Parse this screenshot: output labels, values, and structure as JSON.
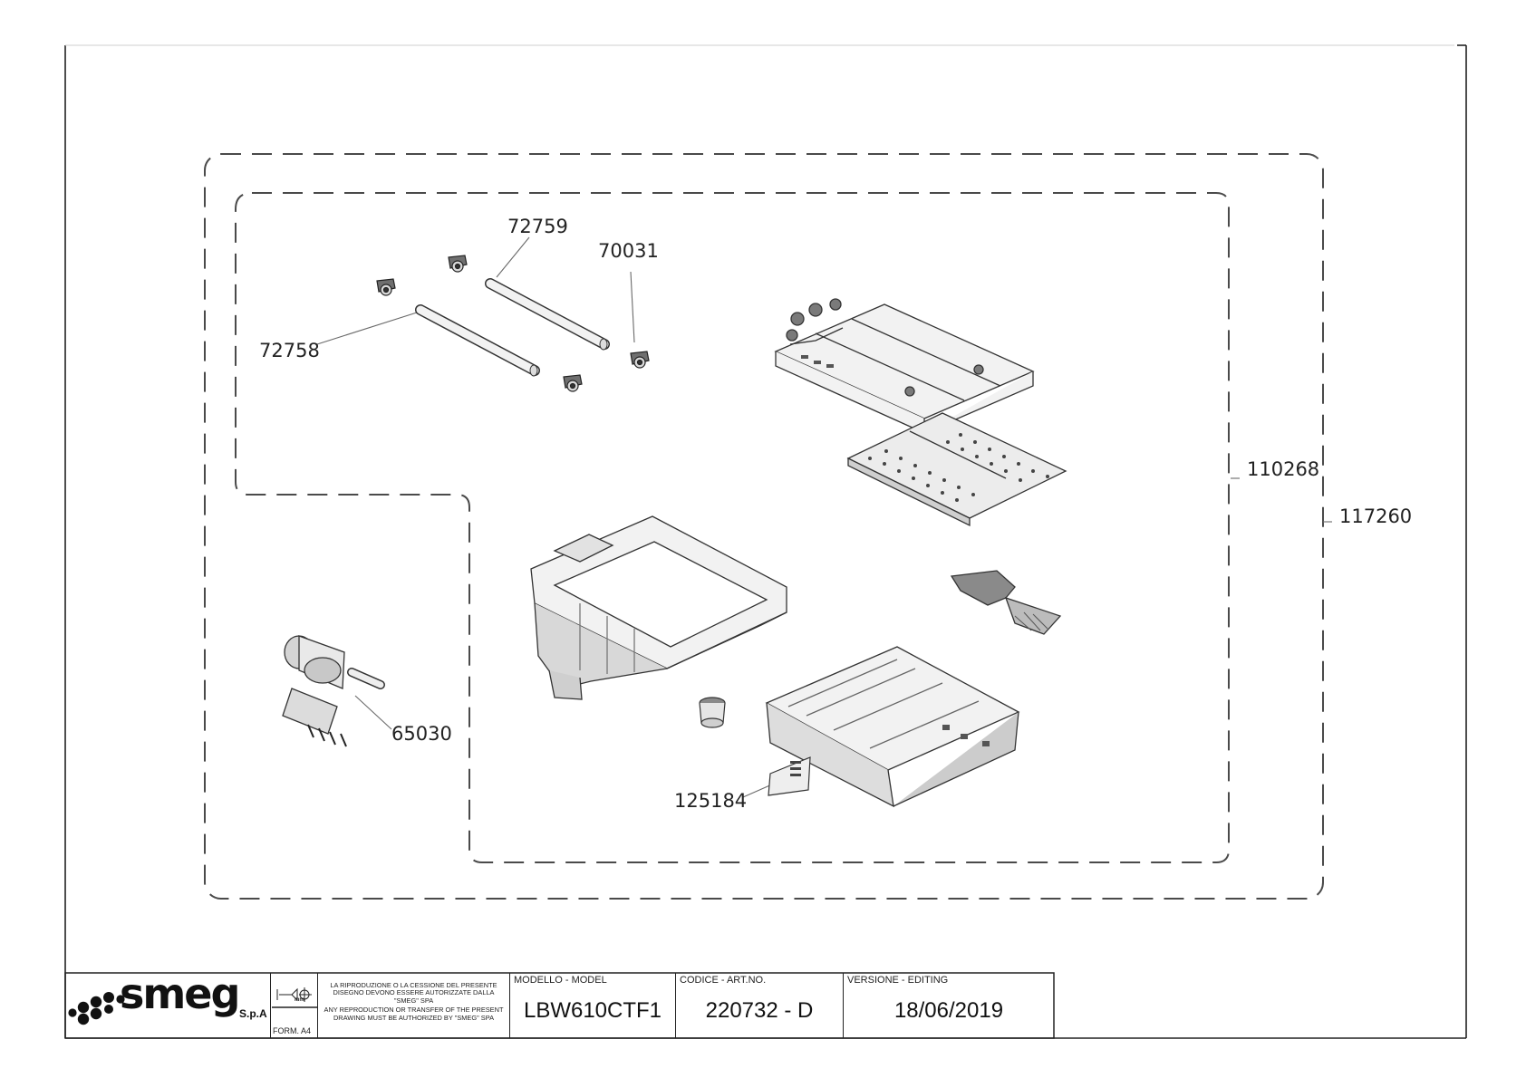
{
  "parts": {
    "label_72759": "72759",
    "label_70031": "70031",
    "label_72758": "72758",
    "label_110268": "110268",
    "label_117260": "117260",
    "label_65030": "65030",
    "label_125184": "125184"
  },
  "title_block": {
    "brand_name": "smeg",
    "brand_suffix": "S.p.A",
    "unit": "mm",
    "form": "FORM. A4",
    "notice_it": "LA RIPRODUZIONE O LA CESSIONE DEL PRESENTE DISEGNO DEVONO ESSERE AUTORIZZATE DALLA \"SMEG\" SPA",
    "notice_en": "ANY REPRODUCTION OR TRANSFER OF THE PRESENT DRAWING MUST BE AUTHORIZED BY \"SMEG\" SPA",
    "model_header": "MODELLO - MODEL",
    "model_value": "LBW610CTF1",
    "code_header": "CODICE - ART.NO.",
    "code_value": "220732 - D",
    "version_header": "VERSIONE - EDITING",
    "version_value": "18/06/2019"
  },
  "colors": {
    "line": "#222222",
    "dash": "#4a4a4a",
    "part_fill": "#f2f2f2",
    "part_shade": "#bdbdbd"
  }
}
